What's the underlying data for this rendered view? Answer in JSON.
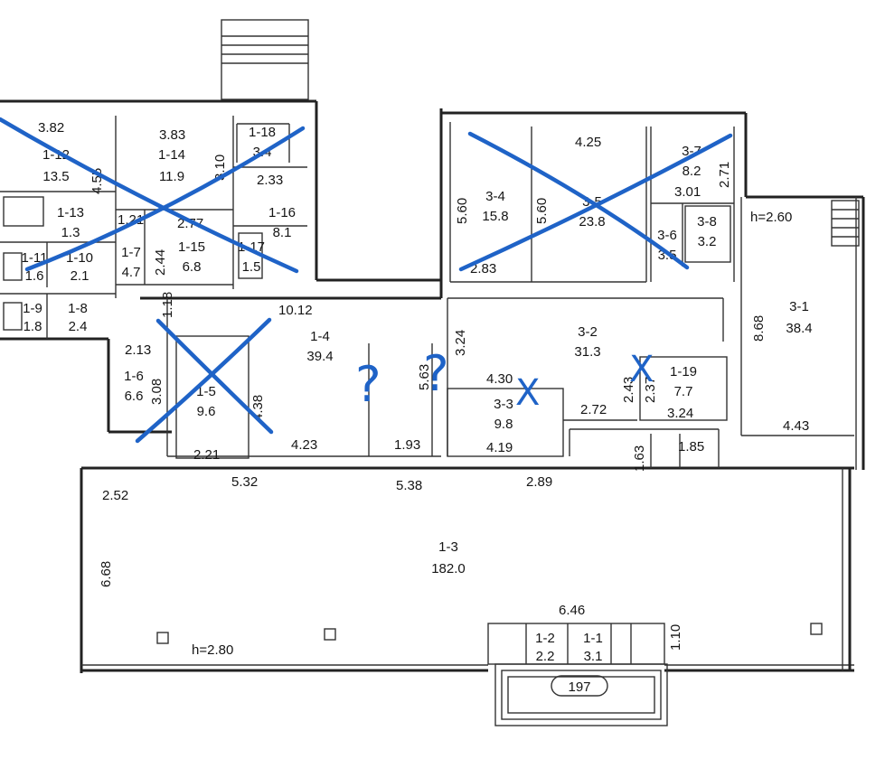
{
  "plan": {
    "heights": {
      "left_wing": "h=2.80",
      "right_wing": "h=2.60"
    },
    "building_number": "197",
    "rooms": [
      {
        "id": "1-12",
        "area": "13.5"
      },
      {
        "id": "1-14",
        "area": "11.9"
      },
      {
        "id": "1-18",
        "area": "3.4"
      },
      {
        "id": "1-13",
        "area": "1.3"
      },
      {
        "id": "1-16",
        "area": "8.1"
      },
      {
        "id": "1-15",
        "area": "6.8"
      },
      {
        "id": "1-17",
        "area": "1.5"
      },
      {
        "id": "1-7",
        "area": "4.7"
      },
      {
        "id": "1-11",
        "area": "1.6"
      },
      {
        "id": "1-10",
        "area": "2.1"
      },
      {
        "id": "1-9",
        "area": "1.8"
      },
      {
        "id": "1-8",
        "area": "2.4"
      },
      {
        "id": "1-6",
        "area": "6.6"
      },
      {
        "id": "1-5",
        "area": "9.6"
      },
      {
        "id": "1-4",
        "area": "39.4"
      },
      {
        "id": "1-3",
        "area": "182.0"
      },
      {
        "id": "1-2",
        "area": "2.2"
      },
      {
        "id": "1-1",
        "area": "3.1"
      },
      {
        "id": "3-4",
        "area": "15.8"
      },
      {
        "id": "3-5",
        "area": "23.8"
      },
      {
        "id": "3-7",
        "area": "8.2"
      },
      {
        "id": "3-6",
        "area": "3.5"
      },
      {
        "id": "3-8",
        "area": "3.2"
      },
      {
        "id": "3-1",
        "area": "38.4"
      },
      {
        "id": "3-2",
        "area": "31.3"
      },
      {
        "id": "3-3",
        "area": "9.8"
      },
      {
        "id": "1-19",
        "area": "7.7"
      }
    ],
    "dimensions": [
      "3.82",
      "3.83",
      "3.10",
      "2.33",
      "4.55",
      "1.21",
      "2.77",
      "2.44",
      "10.12",
      "1.18",
      "2.13",
      "3.08",
      "4.38",
      "2.21",
      "4.23",
      "1.93",
      "5.63",
      "3.24",
      "4.25",
      "5.60",
      "5.60",
      "2.83",
      "2.71",
      "3.01",
      "8.68",
      "4.43",
      "4.30",
      "4.19",
      "2.72",
      "2.43",
      "2.37",
      "3.24",
      "1.63",
      "1.85",
      "2.52",
      "5.32",
      "5.38",
      "2.89",
      "6.68",
      "6.46",
      "1.10"
    ],
    "annotations": {
      "question_mark": "?",
      "x_mark": "X"
    },
    "colors": {
      "ink": "#222222",
      "paper": "#ffffff",
      "marker": "#1f63c7"
    }
  }
}
